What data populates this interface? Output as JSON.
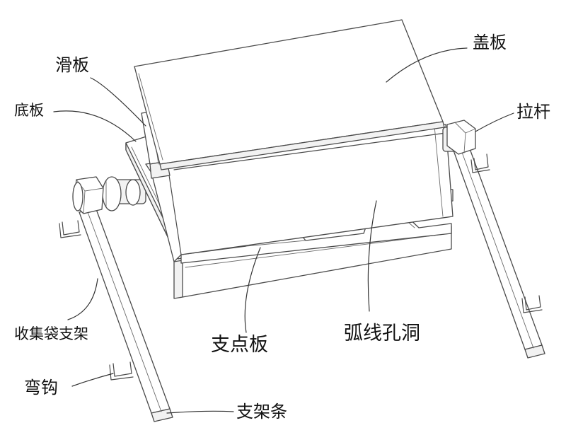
{
  "labels": {
    "cover_plate": "盖板",
    "slide_plate": "滑板",
    "base_plate": "底板",
    "pull_rod": "拉杆",
    "bag_bracket": "收集袋支架",
    "fulcrum_plate": "支点板",
    "arc_hole": "弧线孔洞",
    "hook": "弯钩",
    "bracket_bar": "支架条"
  }
}
